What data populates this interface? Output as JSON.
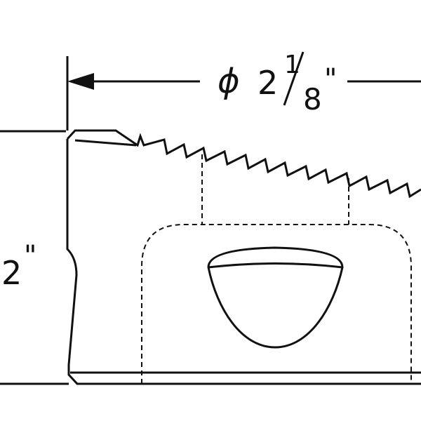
{
  "colors": {
    "line": "#111111",
    "background": "#ffffff"
  },
  "dimensions": {
    "width": {
      "symbol": "ϕ",
      "whole": "2",
      "numerator": "1",
      "denominator": "8",
      "unit": "\""
    },
    "height": {
      "value": "2",
      "unit": "\""
    }
  },
  "icons": {
    "arrowhead": "arrowhead-left-icon"
  }
}
